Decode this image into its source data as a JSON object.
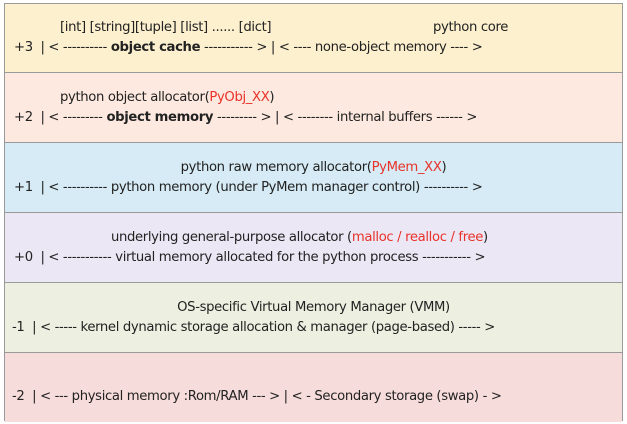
{
  "layers": [
    {
      "level": "+3",
      "color": "#fdf0cf",
      "title_parts": {
        "a": "[int] [string][tuple] [list] ...... [dict]",
        "b": "python core"
      },
      "line": {
        "pre": "| < ---------- ",
        "bold": "object cache",
        "post": " ----------- > | < ---- none-object memory ---- >"
      }
    },
    {
      "level": "+2",
      "color": "#fde9df",
      "title": {
        "plain": "python object allocator(",
        "red": "PyObj_XX",
        "close": ")"
      },
      "line": {
        "pre": "| < --------- ",
        "bold": "object memory",
        "post": " --------- > | < -------- internal buffers ------ >"
      }
    },
    {
      "level": "+1",
      "color": "#d6ebf5",
      "title": {
        "plain": "python raw memory allocator(",
        "red": "PyMem_XX",
        "close": ")"
      },
      "line": {
        "text": "| < ---------- python memory (under PyMem manager control) ---------- >"
      }
    },
    {
      "level": "+0",
      "color": "#ece7f5",
      "title": {
        "plain": "underlying general-purpose allocator (",
        "red": "malloc / realloc / free",
        "close": ")"
      },
      "line": {
        "text": "| < ----------- virtual memory allocated for the python process ----------- >"
      }
    },
    {
      "level": "-1",
      "color": "#edefe0",
      "title": {
        "plain": "OS-specific Virtual Memory Manager (VMM)"
      },
      "line": {
        "text": "| < ----- kernel dynamic storage allocation & manager (page-based) ----- >"
      }
    },
    {
      "level": "-2",
      "color": "#f6dcda",
      "line": {
        "text": "| < --- physical memory :Rom/RAM --- > | < - Secondary storage (swap) - >"
      }
    }
  ],
  "accent_red": "#e8332a"
}
